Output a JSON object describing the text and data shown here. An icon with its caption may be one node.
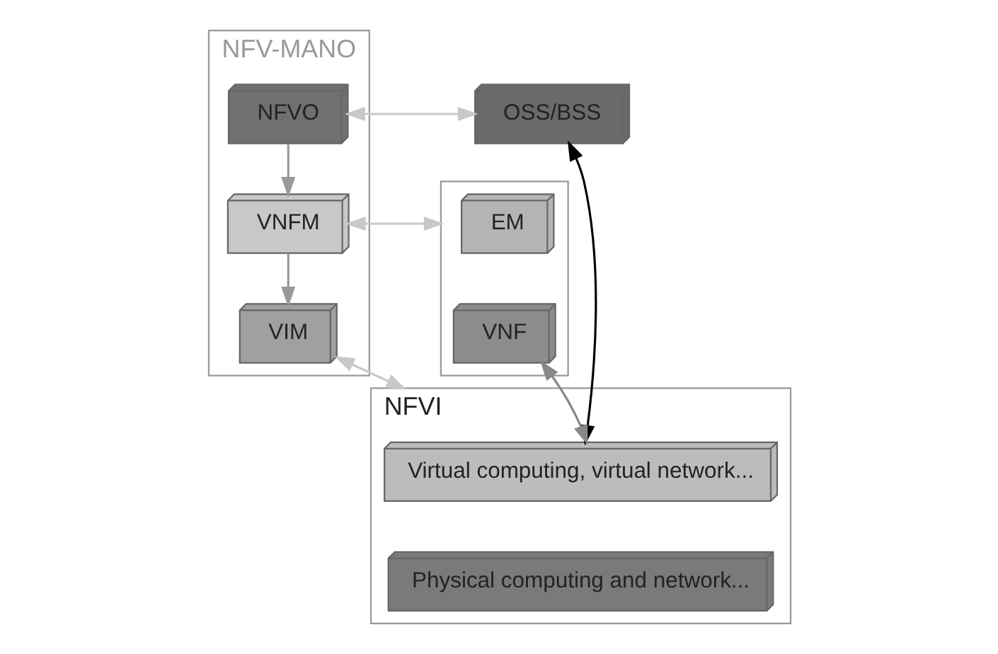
{
  "diagram": {
    "nodes": [
      {
        "text": [
          "NFV-MANO"
        ]
      },
      {
        "text": [
          "NFVO"
        ],
        "in": 0
      },
      {
        "text": [
          "VNFM"
        ],
        "in": 0
      },
      {
        "text": [
          "VIM"
        ],
        "in": 0
      },
      {
        "text": [
          "OSS/BSS"
        ]
      },
      {
        "text": [],
        "shape": "box"
      },
      {
        "text": [
          "EM"
        ],
        "in": 5
      },
      {
        "text": [
          "VNF"
        ],
        "in": 5
      },
      {
        "text": [
          "NFVI"
        ]
      },
      {
        "text": [
          "Virtual computing, virtual network..."
        ],
        "in": 8
      },
      {
        "text": [
          "Physical computing and network..."
        ],
        "in": 8
      }
    ],
    "edges": [
      {
        "from": 1,
        "to": 4,
        "arrow": "both"
      },
      {
        "from": 1,
        "to": 2,
        "arrow": "to",
        "color": "#999999"
      },
      {
        "from": 2,
        "to": 3,
        "arrow": "to",
        "color": "#999999"
      },
      {
        "from": 2,
        "to": 5,
        "arrow": "both"
      },
      {
        "from": 3,
        "to": 8,
        "arrow": "both"
      },
      {
        "from": 7,
        "to": 9,
        "arrow": "both",
        "color": "#888888"
      },
      {
        "from": 4,
        "to": 9,
        "arrow": "both",
        "color": "#000000"
      }
    ]
  }
}
